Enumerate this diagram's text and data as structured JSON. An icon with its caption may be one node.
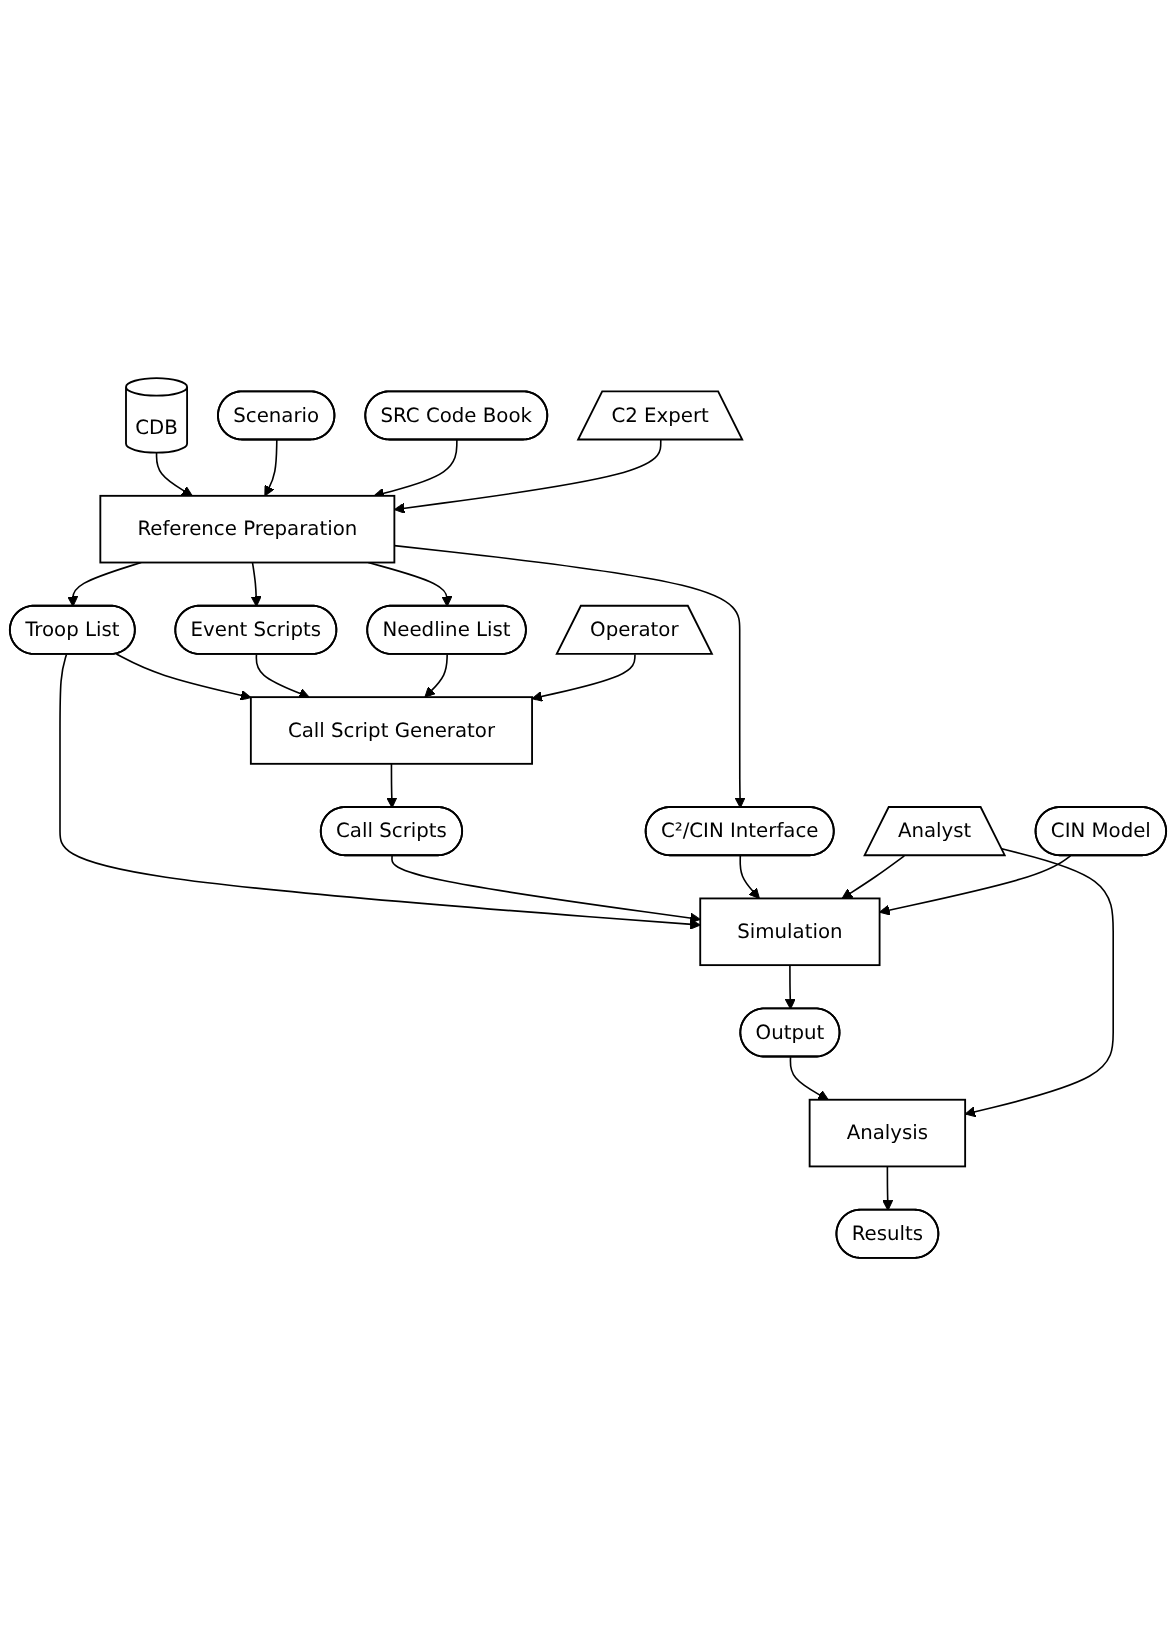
{
  "diagram": {
    "nodes": [
      {
        "text": [
          "CDB"
        ]
      },
      {
        "text": [
          "Scenario"
        ]
      },
      {
        "text": [
          "SRC Code Book"
        ]
      },
      {
        "text": [
          "C2 Expert"
        ]
      },
      {
        "text": [
          "Reference Preparation"
        ]
      },
      {
        "text": [
          "Troop List"
        ]
      },
      {
        "text": [
          "Event Scripts"
        ]
      },
      {
        "text": [
          "Needline List"
        ]
      },
      {
        "text": [
          "C²/CIN Interface"
        ]
      },
      {
        "text": [
          "Call Script Generator"
        ]
      },
      {
        "text": [
          "Operator"
        ]
      },
      {
        "text": [
          "Call Scripts"
        ]
      },
      {
        "text": [
          "Analyst"
        ]
      },
      {
        "text": [
          "Simulation"
        ]
      },
      {
        "text": [
          "CIN Model"
        ]
      },
      {
        "text": [
          "Output"
        ]
      },
      {
        "text": [
          "Analysis"
        ]
      },
      {
        "text": [
          "Results"
        ]
      }
    ],
    "edges": [
      {
        "from": 0,
        "to": 4,
        "arrow": "to"
      },
      {
        "from": 1,
        "to": 4,
        "arrow": "to"
      },
      {
        "from": 2,
        "to": 4,
        "arrow": "to"
      },
      {
        "from": 3,
        "to": 4,
        "arrow": "to"
      },
      {
        "from": 4,
        "to": 5,
        "arrow": "to"
      },
      {
        "from": 4,
        "to": 6,
        "arrow": "to"
      },
      {
        "from": 4,
        "to": 7,
        "arrow": "to"
      },
      {
        "from": 4,
        "to": 8,
        "arrow": "to"
      },
      {
        "from": 5,
        "to": 9,
        "arrow": "to"
      },
      {
        "from": 6,
        "to": 9,
        "arrow": "to"
      },
      {
        "from": 7,
        "to": 9,
        "arrow": "to"
      },
      {
        "from": 10,
        "to": 9,
        "arrow": "to"
      },
      {
        "from": 9,
        "to": 11,
        "arrow": "to"
      },
      {
        "from": 5,
        "to": 13,
        "arrow": "to"
      },
      {
        "from": 11,
        "to": 13,
        "arrow": "to"
      },
      {
        "from": 8,
        "to": 13,
        "arrow": "to"
      },
      {
        "from": 12,
        "to": 13,
        "arrow": "to"
      },
      {
        "from": 14,
        "to": 13,
        "arrow": "to"
      },
      {
        "from": 13,
        "to": 15,
        "arrow": "to"
      },
      {
        "from": 15,
        "to": 16,
        "arrow": "to"
      },
      {
        "from": 12,
        "to": 16,
        "arrow": "to"
      },
      {
        "from": 16,
        "to": 17,
        "arrow": "to"
      }
    ]
  }
}
